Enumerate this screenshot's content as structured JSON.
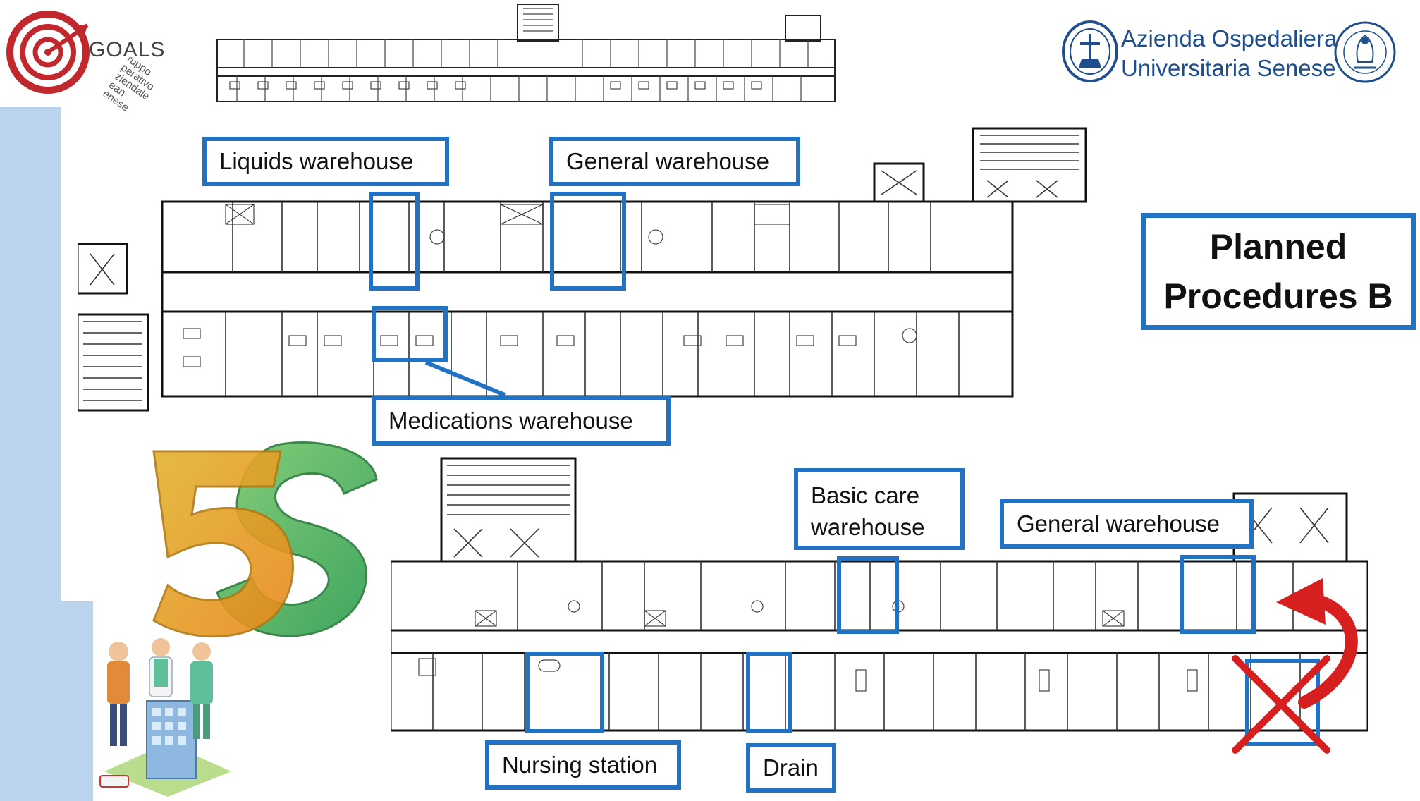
{
  "header": {
    "goals_logo": {
      "title": "GOALS",
      "subtitle_lines": [
        "ruppo",
        "perativo",
        "ziendale",
        "ean",
        "enese"
      ]
    },
    "azienda_logo": {
      "line1": "Azienda Ospedaliera",
      "line2": "Universitaria Senese"
    }
  },
  "title": {
    "line1": "Planned",
    "line2": "Procedures B"
  },
  "top_plan_labels": {
    "liquids_warehouse": "Liquids warehouse",
    "general_warehouse": "General warehouse",
    "medications_warehouse": "Medications warehouse"
  },
  "bottom_plan_labels": {
    "basic_care_warehouse_line1": "Basic care",
    "basic_care_warehouse_line2": "warehouse",
    "general_warehouse": "General warehouse",
    "nursing_station": "Nursing station",
    "drain": "Drain"
  },
  "colors": {
    "highlight_blue": "#2272c3",
    "sidebar_blue": "#b9d4ec",
    "arrow_red": "#d62020",
    "brand_red": "#c0282d",
    "azienda_blue": "#1f4e8c"
  },
  "icons": [
    "goals-target-icon",
    "azienda-seal-icon",
    "university-seal-icon",
    "five-s-icon",
    "medical-staff-icon",
    "curved-arrow-icon",
    "red-x-icon"
  ]
}
